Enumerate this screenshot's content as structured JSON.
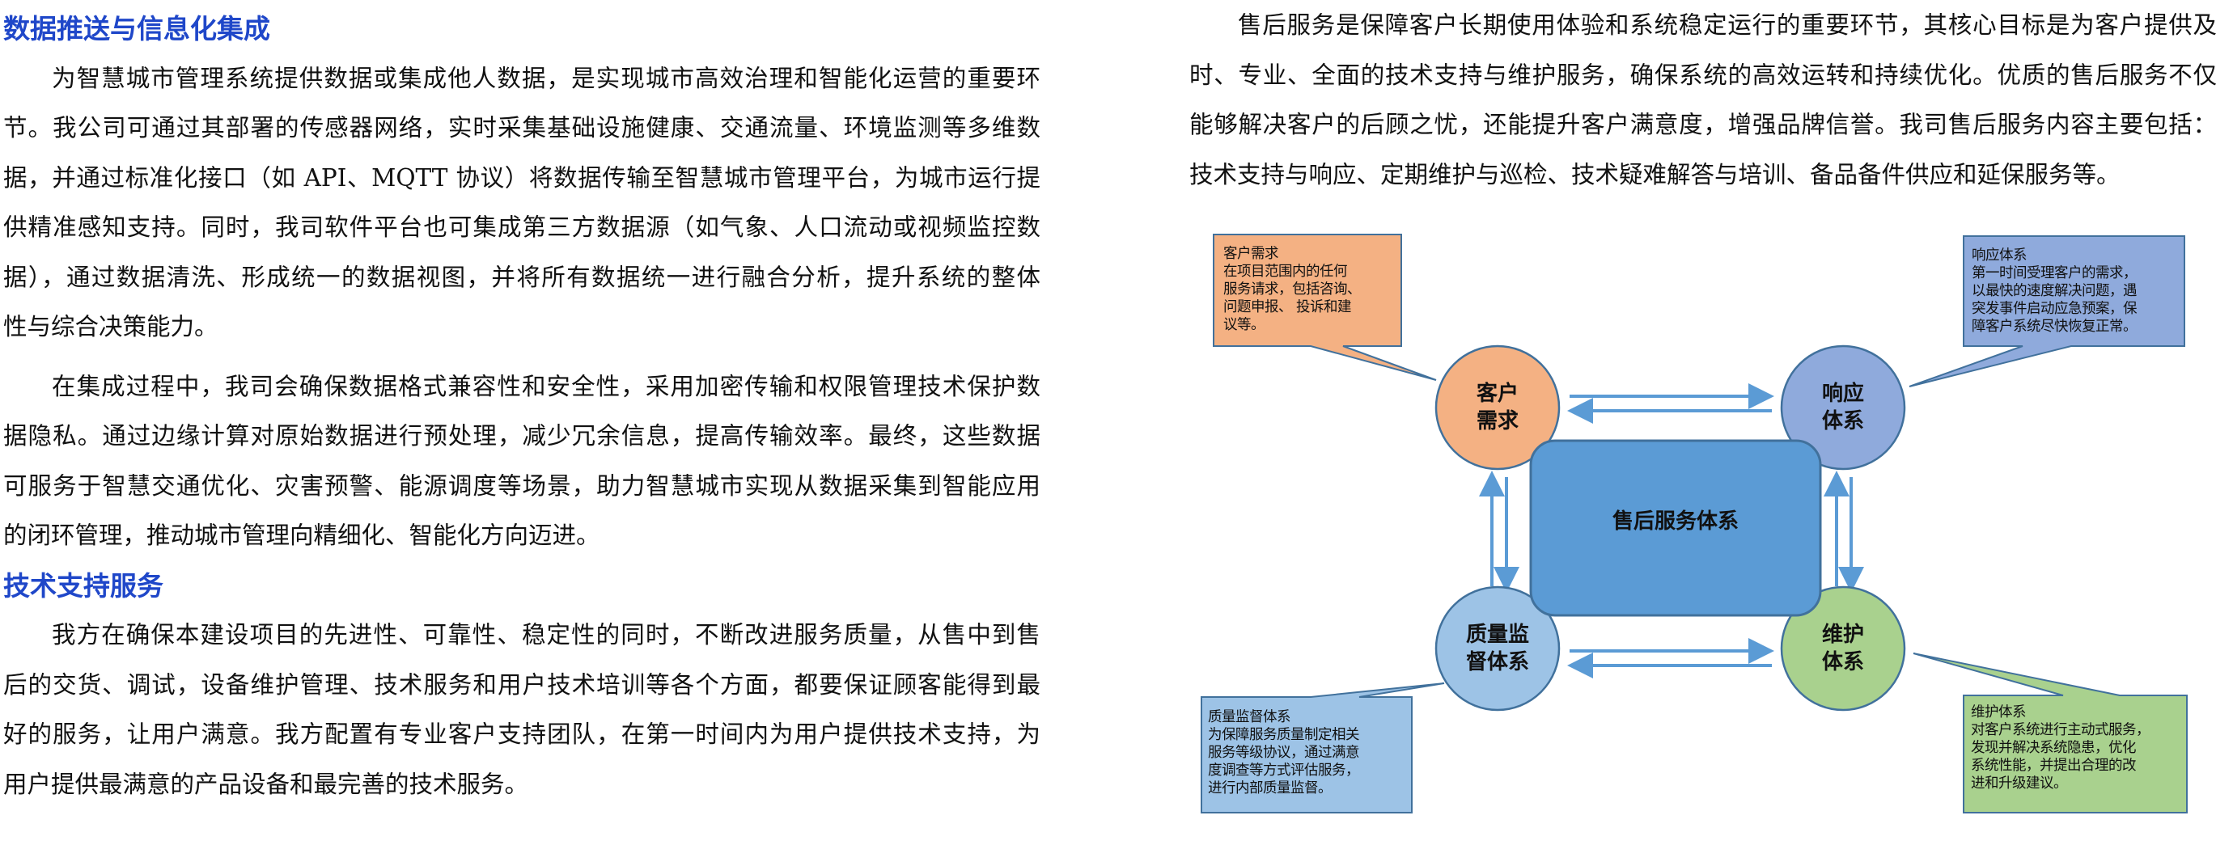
{
  "left": {
    "blocks": [
      {
        "type": "heading",
        "text": "数据推送与信息化集成"
      },
      {
        "type": "para",
        "lines": [
          "为智慧城市管理系统提供数据或集成他人数据，是实现城市高效治理和智能化运营的重要环",
          "节。我公司可通过其部署的传感器网络，实时采集基础设施健康、交通流量、环境监测等多维数",
          "据，并通过标准化接口（如 API、MQTT 协议）将数据传输至智慧城市管理平台，为城市运行提",
          "供精准感知支持。同时，我司软件平台也可集成第三方数据源（如气象、人口流动或视频监控数",
          "据），通过数据清洗、形成统一的数据视图，并将所有数据统一进行融合分析，提升系统的整体",
          "性与综合决策能力。"
        ]
      },
      {
        "type": "para",
        "gap": true,
        "lines": [
          "在集成过程中，我司会确保数据格式兼容性和安全性，采用加密传输和权限管理技术保护数",
          "据隐私。通过边缘计算对原始数据进行预处理，减少冗余信息，提高传输效率。最终，这些数据",
          "可服务于智慧交通优化、灾害预警、能源调度等场景，助力智慧城市实现从数据采集到智能应用",
          "的闭环管理，推动城市管理向精细化、智能化方向迈进。"
        ]
      },
      {
        "type": "heading",
        "text": "技术支持服务"
      },
      {
        "type": "para",
        "lines": [
          "我方在确保本建设项目的先进性、可靠性、稳定性的同时，不断改进服务质量，从售中到售",
          "后的交货、调试，设备维护管理、技术服务和用户技术培训等各个方面，都要保证顾客能得到最",
          "好的服务，让用户满意。我方配置有专业客户支持团队，在第一时间内为用户提供技术支持，为",
          "用户提供最满意的产品设备和最完善的技术服务。"
        ]
      }
    ]
  },
  "right": {
    "blocks": [
      {
        "type": "para",
        "lines": [
          "售后服务是保障客户长期使用体验和系统稳定运行的重要环节，其核心目标是为客户提供及",
          "时、专业、全面的技术支持与维护服务，确保系统的高效运转和持续优化。优质的售后服务不仅",
          "能够解决客户的后顾之忧，还能提升客户满意度，增强品牌信誉。我司售后服务内容主要包括：",
          "技术支持与响应、定期维护与巡检、技术疑难解答与培训、备品备件供应和延保服务等。"
        ]
      }
    ]
  },
  "diagram": {
    "center": "售后服务体系",
    "nodes": {
      "customer": {
        "label1": "客户",
        "label2": "需求",
        "callout": [
          "客户需求",
          "在项目范围内的任何",
          "服务请求，包括咨询、",
          "问题申报、 投诉和建",
          "议等。"
        ],
        "color": "#f4b183"
      },
      "response": {
        "label1": "响应",
        "label2": "体系",
        "callout": [
          "响应体系",
          "第一时间受理客户的需求，",
          "以最快的速度解决问题，遇",
          "突发事件启动应急预案，保",
          "障客户系统尽快恢复正常。"
        ],
        "color": "#8faadc"
      },
      "quality": {
        "label1": "质量监",
        "label2": "督体系",
        "callout": [
          "质量监督体系",
          "为保障服务质量制定相关",
          "服务等级协议，通过满意",
          "度调查等方式评估服务，",
          "进行内部质量监督。"
        ],
        "color": "#9dc3e6"
      },
      "maintain": {
        "label1": "维护",
        "label2": "体系",
        "callout": [
          "维护体系",
          "对客户系统进行主动式服务，",
          "发现并解决系统隐患，优化",
          "系统性能，并提出合理的改",
          "进和升级建议。"
        ],
        "color": "#a9d18e"
      }
    },
    "colors": {
      "center": "#5b9bd5",
      "stroke": "#41719c",
      "arrow": "#5b9bd5"
    }
  }
}
